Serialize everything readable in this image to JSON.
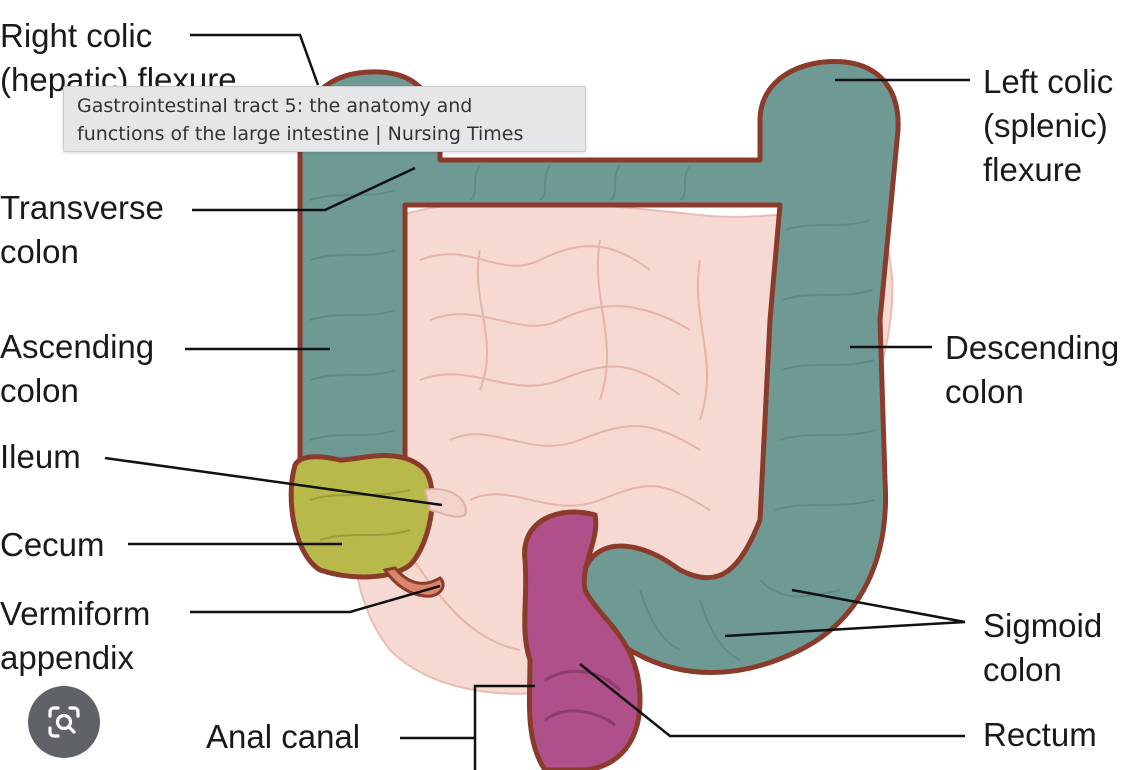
{
  "labels": {
    "right_colic_1": "Right colic",
    "right_colic_2": "(hepatic) flexure",
    "transverse_1": "Transverse",
    "transverse_2": "colon",
    "ascending_1": "Ascending",
    "ascending_2": "colon",
    "ileum": "Ileum",
    "cecum": "Cecum",
    "appendix_1": "Vermiform",
    "appendix_2": "appendix",
    "anal_canal": "Anal canal",
    "left_colic_1": "Left colic",
    "left_colic_2": "(splenic)",
    "left_colic_3": "flexure",
    "descending_1": "Descending",
    "descending_2": "colon",
    "sigmoid_1": "Sigmoid",
    "sigmoid_2": "colon",
    "rectum": "Rectum"
  },
  "tooltip": {
    "line1": "Gastrointestinal tract 5: the anatomy and",
    "line2": "functions of the large intestine  | Nursing Times"
  },
  "colors": {
    "colon": "#6f9a94",
    "colon_outline": "#8a3b2b",
    "cecum": "#b7b94a",
    "rectum": "#b0508a",
    "small_intestine": "#f6d9d2",
    "tooltip_bg": "#e4e6e8",
    "lens_button": "#5f6368"
  },
  "icons": {
    "lens": "visual-search-icon"
  }
}
